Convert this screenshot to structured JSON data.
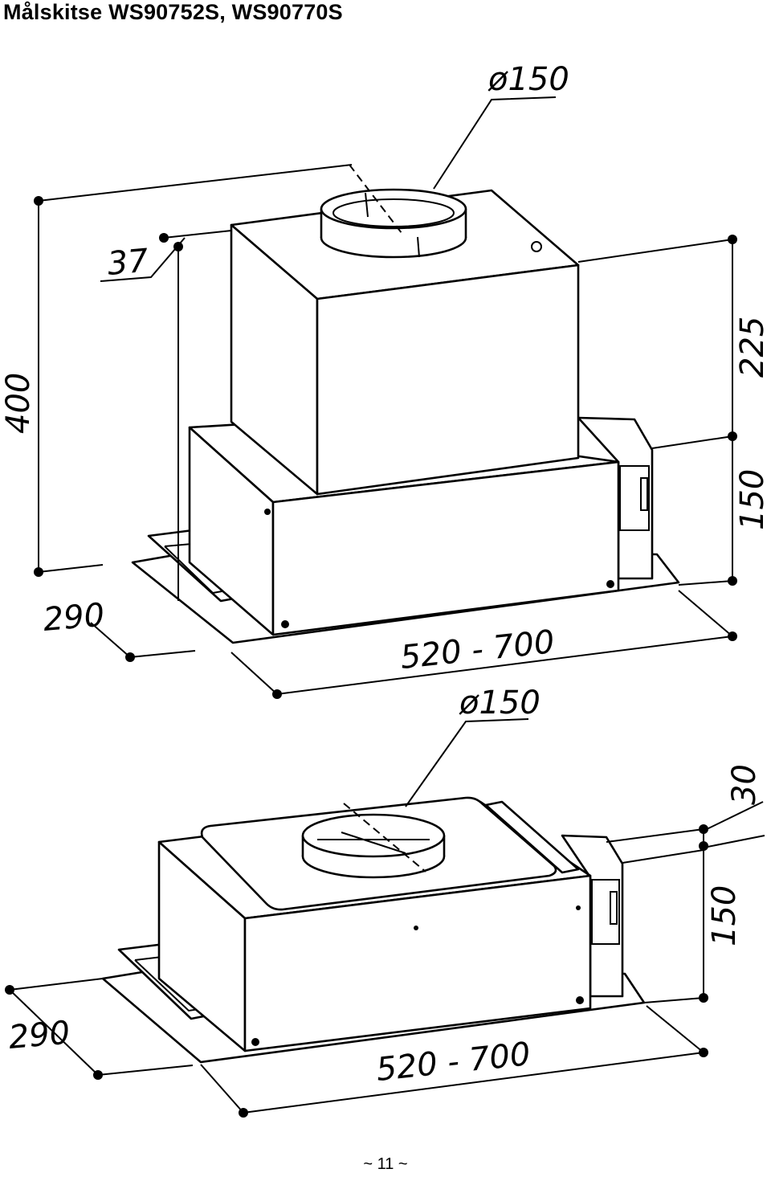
{
  "title": "Målskitse WS90752S, WS90770S",
  "page_number": "~ 11 ~",
  "top_drawing": {
    "diameter": "ø150",
    "offset": "37",
    "total_height": "400",
    "upper_height": "225",
    "lower_height": "150",
    "depth": "290",
    "width": "520 - 700"
  },
  "bottom_drawing": {
    "diameter": "ø150",
    "offset": "30",
    "height": "150",
    "depth": "290",
    "width": "520 - 700"
  }
}
